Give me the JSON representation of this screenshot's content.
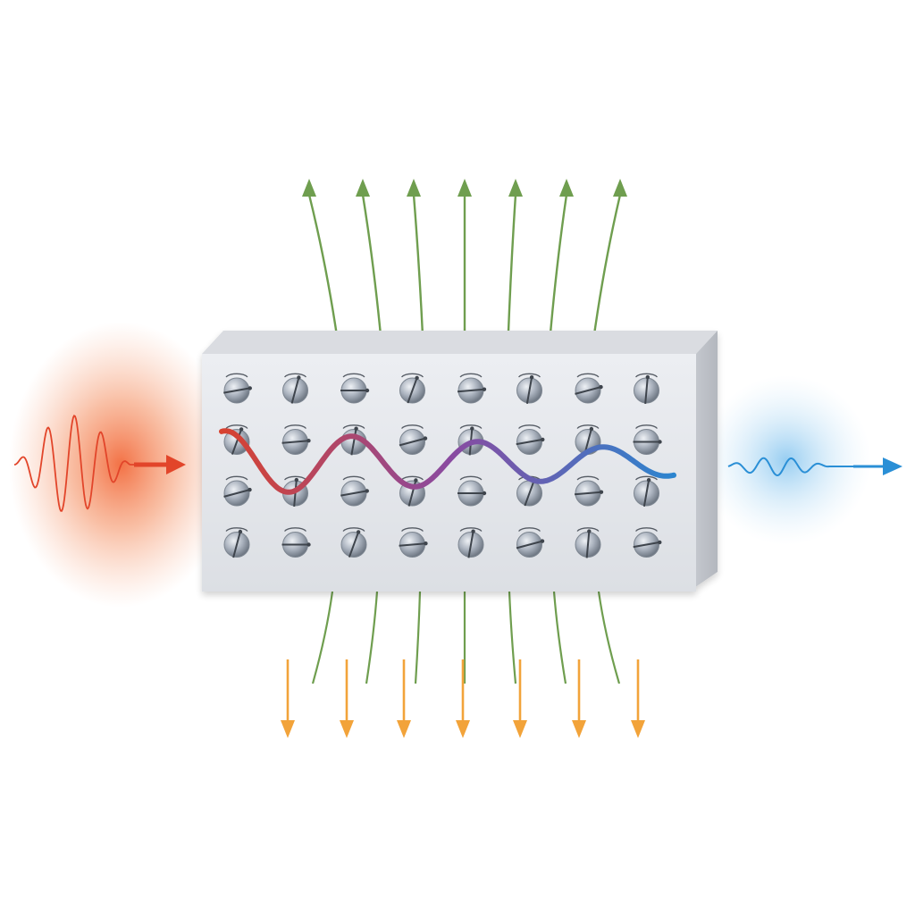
{
  "diagram": {
    "spin_grid": {
      "rows": 4,
      "columns": 8
    },
    "field_lines": {
      "above": 7,
      "below": 7
    },
    "output_arrows": 7
  },
  "colors": {
    "background": "#ffffff",
    "block_front": "#e7e8ec",
    "block_top": "#d9dbe0",
    "block_side": "#c2c5cc",
    "spin_sphere": "#a9b1bd",
    "incoming_wave": "#e2452a",
    "incoming_glow": "#f26a3c",
    "internal_wave_start": "#d8422e",
    "internal_wave_mid": "#8a4aa0",
    "internal_wave_end": "#2a86d0",
    "outgoing_wave": "#2a8fd6",
    "outgoing_glow": "#8cc8f0",
    "field_line": "#6f9e4f",
    "output_arrow": "#f2a33a"
  },
  "icons": {
    "spin": "spin-magnetic-moment-icon",
    "field_arrow": "arrow-up-icon",
    "output_arrow": "arrow-down-icon",
    "wave_arrow": "arrow-right-icon"
  }
}
